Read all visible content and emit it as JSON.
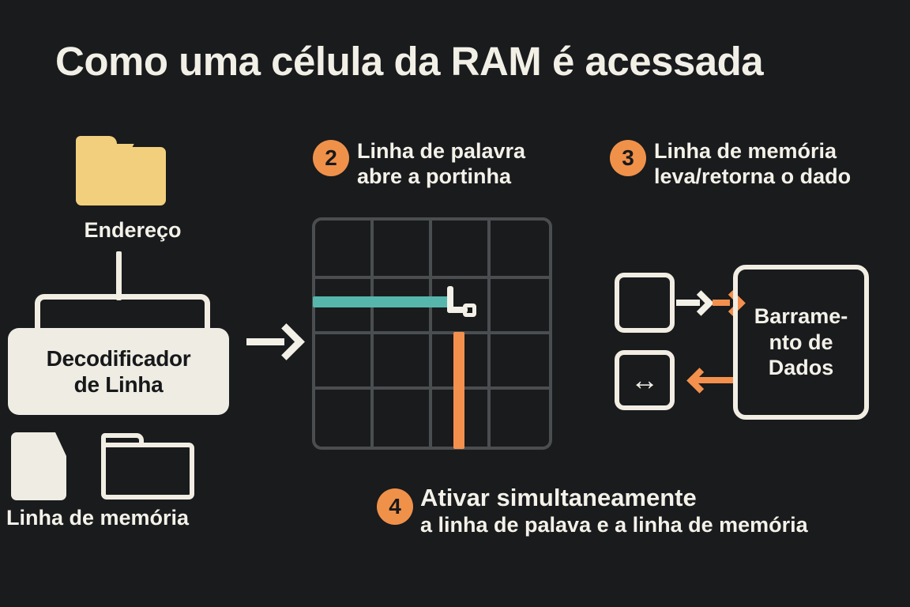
{
  "page": {
    "title": "Como uma célula da RAM é acessada",
    "background_color": "#191b1d",
    "accent_orange": "#f0914a",
    "accent_teal": "#56b6ac",
    "folder_yellow": "#f2cf7d",
    "cream": "#eeece3"
  },
  "left_panel": {
    "address_icon": "folder-icon",
    "address_label": "Endereço",
    "decoder": {
      "line1": "Decodificador",
      "line2": "de Linha"
    },
    "memory_row_icon_page": "page-icon",
    "memory_row_icon_folder": "folder-outline-icon",
    "memory_row_label": "Linha de memória"
  },
  "steps": [
    {
      "number": "2",
      "line1": "Linha de palavra",
      "line2": "abre a portinha"
    },
    {
      "number": "3",
      "line1": "Linha de memória",
      "line2": "leva/retorna o dado"
    },
    {
      "number": "4",
      "line1": "Ativar simultaneamente",
      "line2": "a linha de palava e a linha de memória"
    }
  ],
  "grid": {
    "rows": 4,
    "columns": 4,
    "wordline_color": "#56b6ac",
    "bitline_color": "#f4904d",
    "cell_marker": "selected-cell-marker"
  },
  "right_panel": {
    "bus": {
      "line1": "Barrame-",
      "line2": "nto de",
      "line3": "Dados"
    },
    "input_box": "empty-square",
    "bidirectional_box_glyph": "↔"
  }
}
